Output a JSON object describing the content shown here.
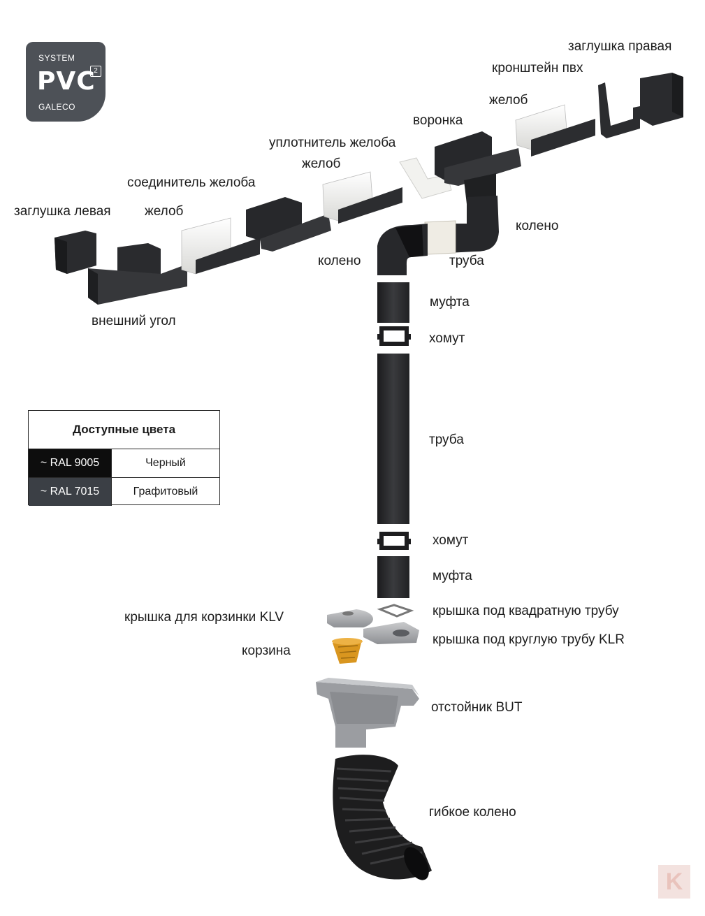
{
  "logo": {
    "system": "SYSTEM",
    "brand": "PVC",
    "superscript": "2",
    "maker": "GALECO"
  },
  "labels": {
    "end_cap_left": "заглушка левая",
    "gutter_1": "желоб",
    "gutter_connector": "соединитель желоба",
    "gutter_seal": "уплотнитель желоба",
    "gutter_2": "желоб",
    "outlet": "воронка",
    "gutter_3": "желоб",
    "bracket": "кронштейн пвх",
    "end_cap_right": "заглушка правая",
    "external_corner": "внешний угол",
    "elbow_1": "колено",
    "elbow_2": "колено",
    "pipe_1": "труба",
    "coupling_1": "муфта",
    "clamp_1": "хомут",
    "pipe_2": "труба",
    "clamp_2": "хомут",
    "coupling_2": "муфта",
    "cover_square": "крышка под квадратную трубу",
    "cover_klv": "крышка для корзинки KLV",
    "cover_klr": "крышка под круглую трубу KLR",
    "basket": "корзина",
    "sump": "отстойник BUT",
    "flex_elbow": "гибкое колено"
  },
  "colors_table": {
    "title": "Доступные цвета",
    "rows": [
      {
        "code": "~ RAL 9005",
        "name": "Черный",
        "swatch": "#0d0d0d"
      },
      {
        "code": "~ RAL 7015",
        "name": "Графитовый",
        "swatch": "#3b3f45"
      }
    ]
  },
  "watermark": "K"
}
